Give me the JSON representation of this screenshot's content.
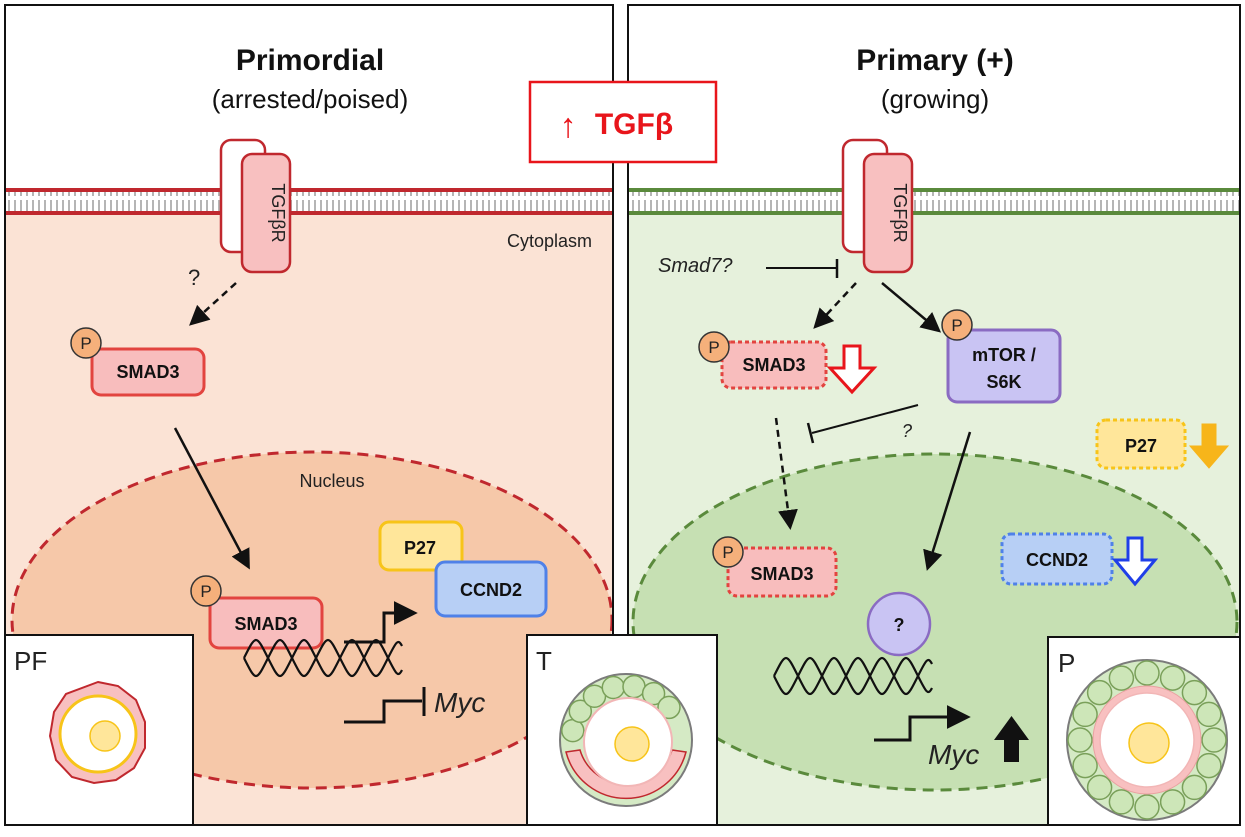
{
  "left_panel": {
    "title": "Primordial",
    "subtitle": "(arrested/poised)",
    "receptor": "TGFβR",
    "cytoplasm_label": "Cytoplasm",
    "nucleus_label": "Nucleus",
    "question": "?",
    "smad3_cytoplasm": "SMAD3",
    "smad3_nucleus": "SMAD3",
    "p27": "P27",
    "ccnd2": "CCND2",
    "myc": "Myc",
    "phospho": "P",
    "inset_label": "PF"
  },
  "center": {
    "tgfb_label": "TGFβ",
    "arrow_glyph": "↑",
    "inset_label": "T"
  },
  "right_panel": {
    "title": "Primary (+)",
    "subtitle": "(growing)",
    "receptor": "TGFβR",
    "smad7": "Smad7?",
    "smad3_cytoplasm": "SMAD3",
    "smad3_nucleus": "SMAD3",
    "mtor_line1": "mTOR /",
    "mtor_line2": "S6K",
    "p27": "P27",
    "ccnd2": "CCND2",
    "question_inhibit": "?",
    "question_circle": "?",
    "myc": "Myc",
    "phospho": "P",
    "inset_label": "P"
  },
  "colors": {
    "left_membrane": "#c0282e",
    "right_membrane": "#5a8a3c",
    "left_cytoplasm": "#fbe3d5",
    "left_nucleus": "#f6c8a9",
    "right_cytoplasm": "#e6f1dc",
    "right_nucleus": "#c6e0b3",
    "tgfb_red": "#e8151b",
    "smad3_fill": "#f8bdbd",
    "smad3_stroke": "#e2443f",
    "p27_fill": "#ffe69a",
    "p27_stroke": "#f7c419",
    "ccnd2_fill": "#b7cff5",
    "ccnd2_stroke": "#4f81e8",
    "mtor_fill": "#c9c4f3",
    "mtor_stroke": "#8a6bc2",
    "phospho_fill": "#f5b07b",
    "down_red": "#e8151b",
    "down_blue": "#1f3fe8",
    "down_yellow": "#f7b51a"
  }
}
